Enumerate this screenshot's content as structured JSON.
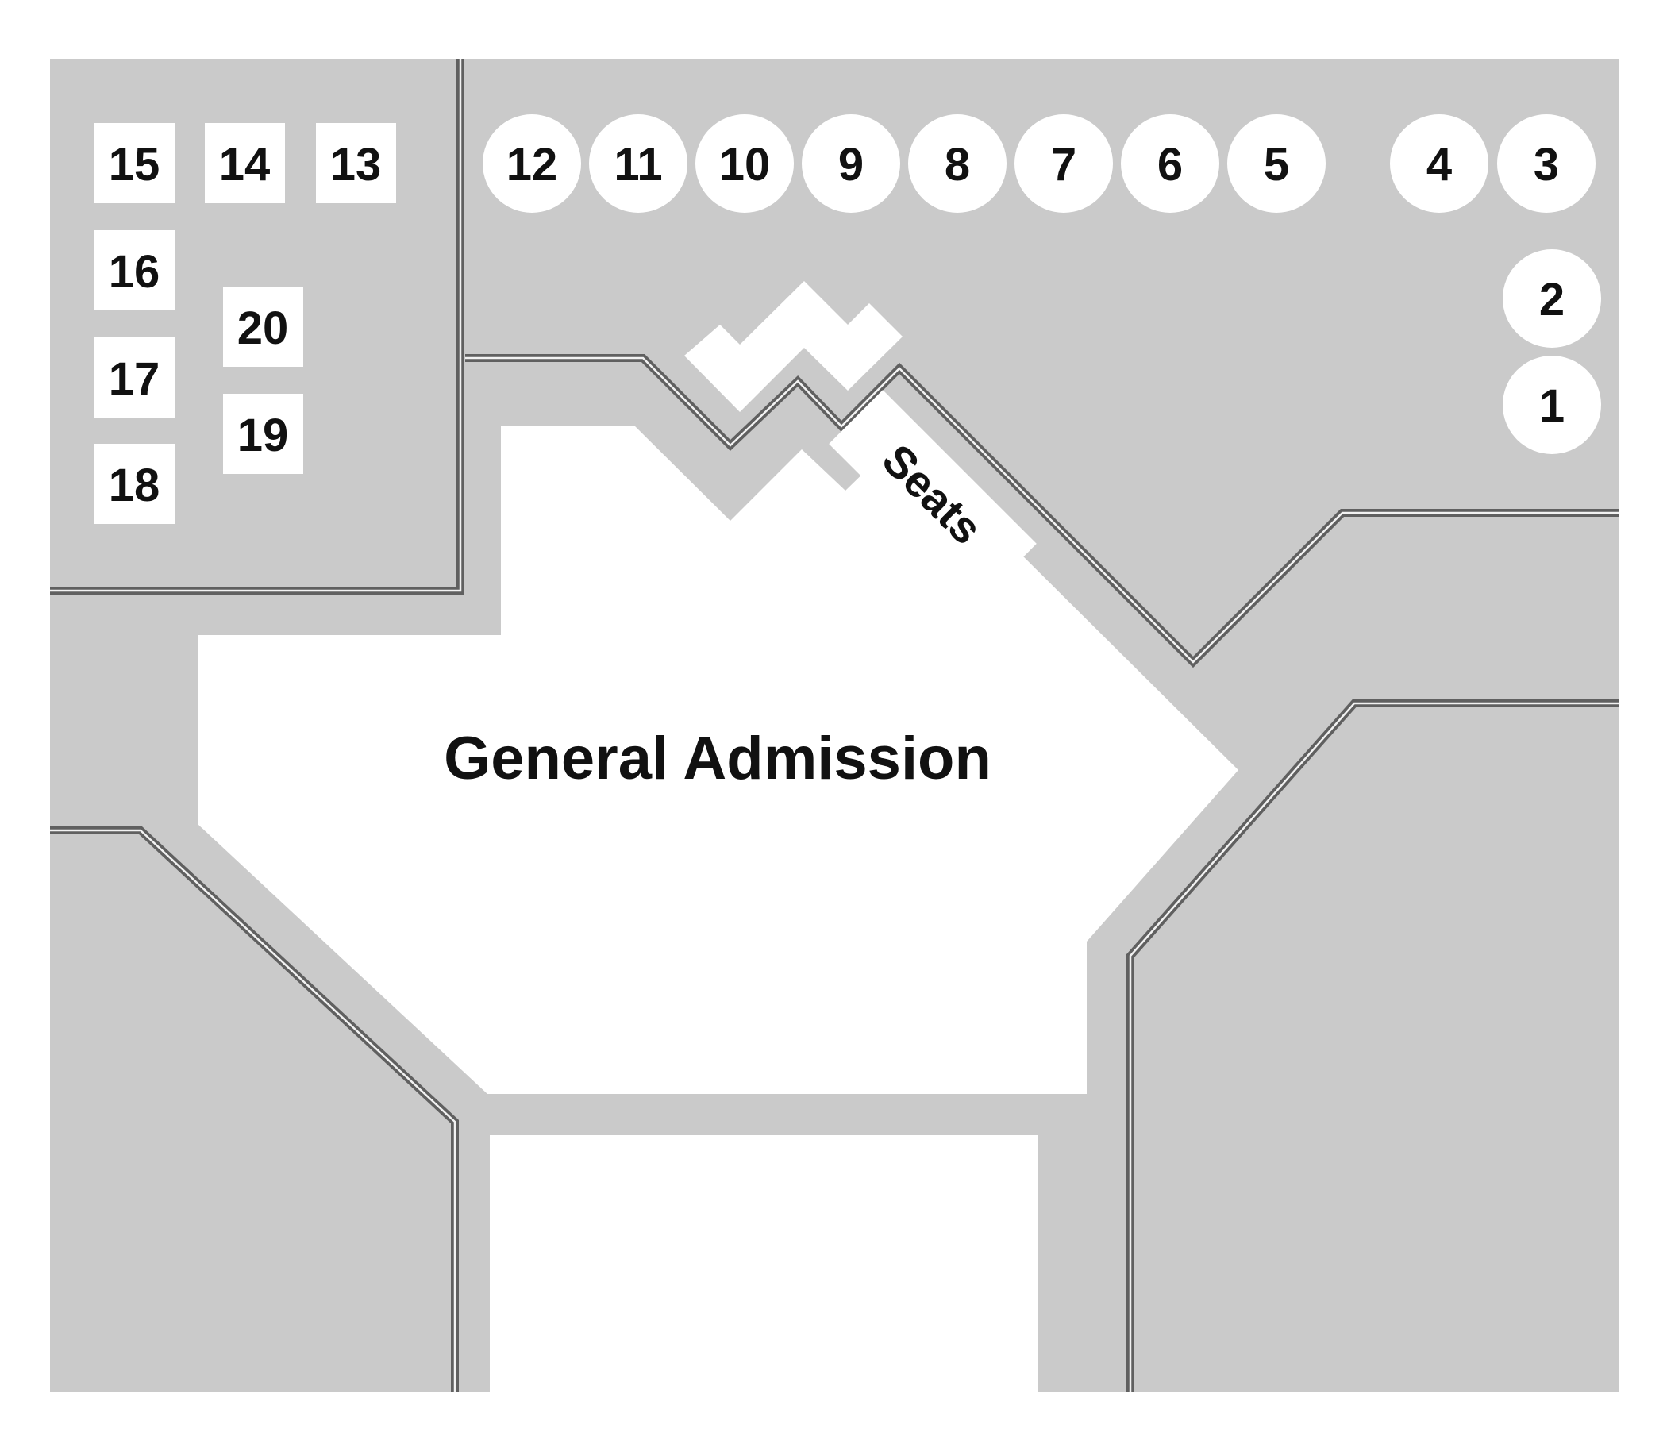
{
  "colors": {
    "background": "#ffffff",
    "floor": "#cacaca",
    "seat_fill": "#ffffff",
    "rail": "#606060",
    "text": "#111111"
  },
  "map": {
    "general_admission_label": "General Admission",
    "seats_label": "Seats",
    "tables": {
      "t1": "1",
      "t2": "2",
      "t3": "3",
      "t4": "4",
      "t5": "5",
      "t6": "6",
      "t7": "7",
      "t8": "8",
      "t9": "9",
      "t10": "10",
      "t11": "11",
      "t12": "12",
      "t13": "13",
      "t14": "14",
      "t15": "15",
      "t16": "16",
      "t17": "17",
      "t18": "18",
      "t19": "19",
      "t20": "20"
    }
  }
}
